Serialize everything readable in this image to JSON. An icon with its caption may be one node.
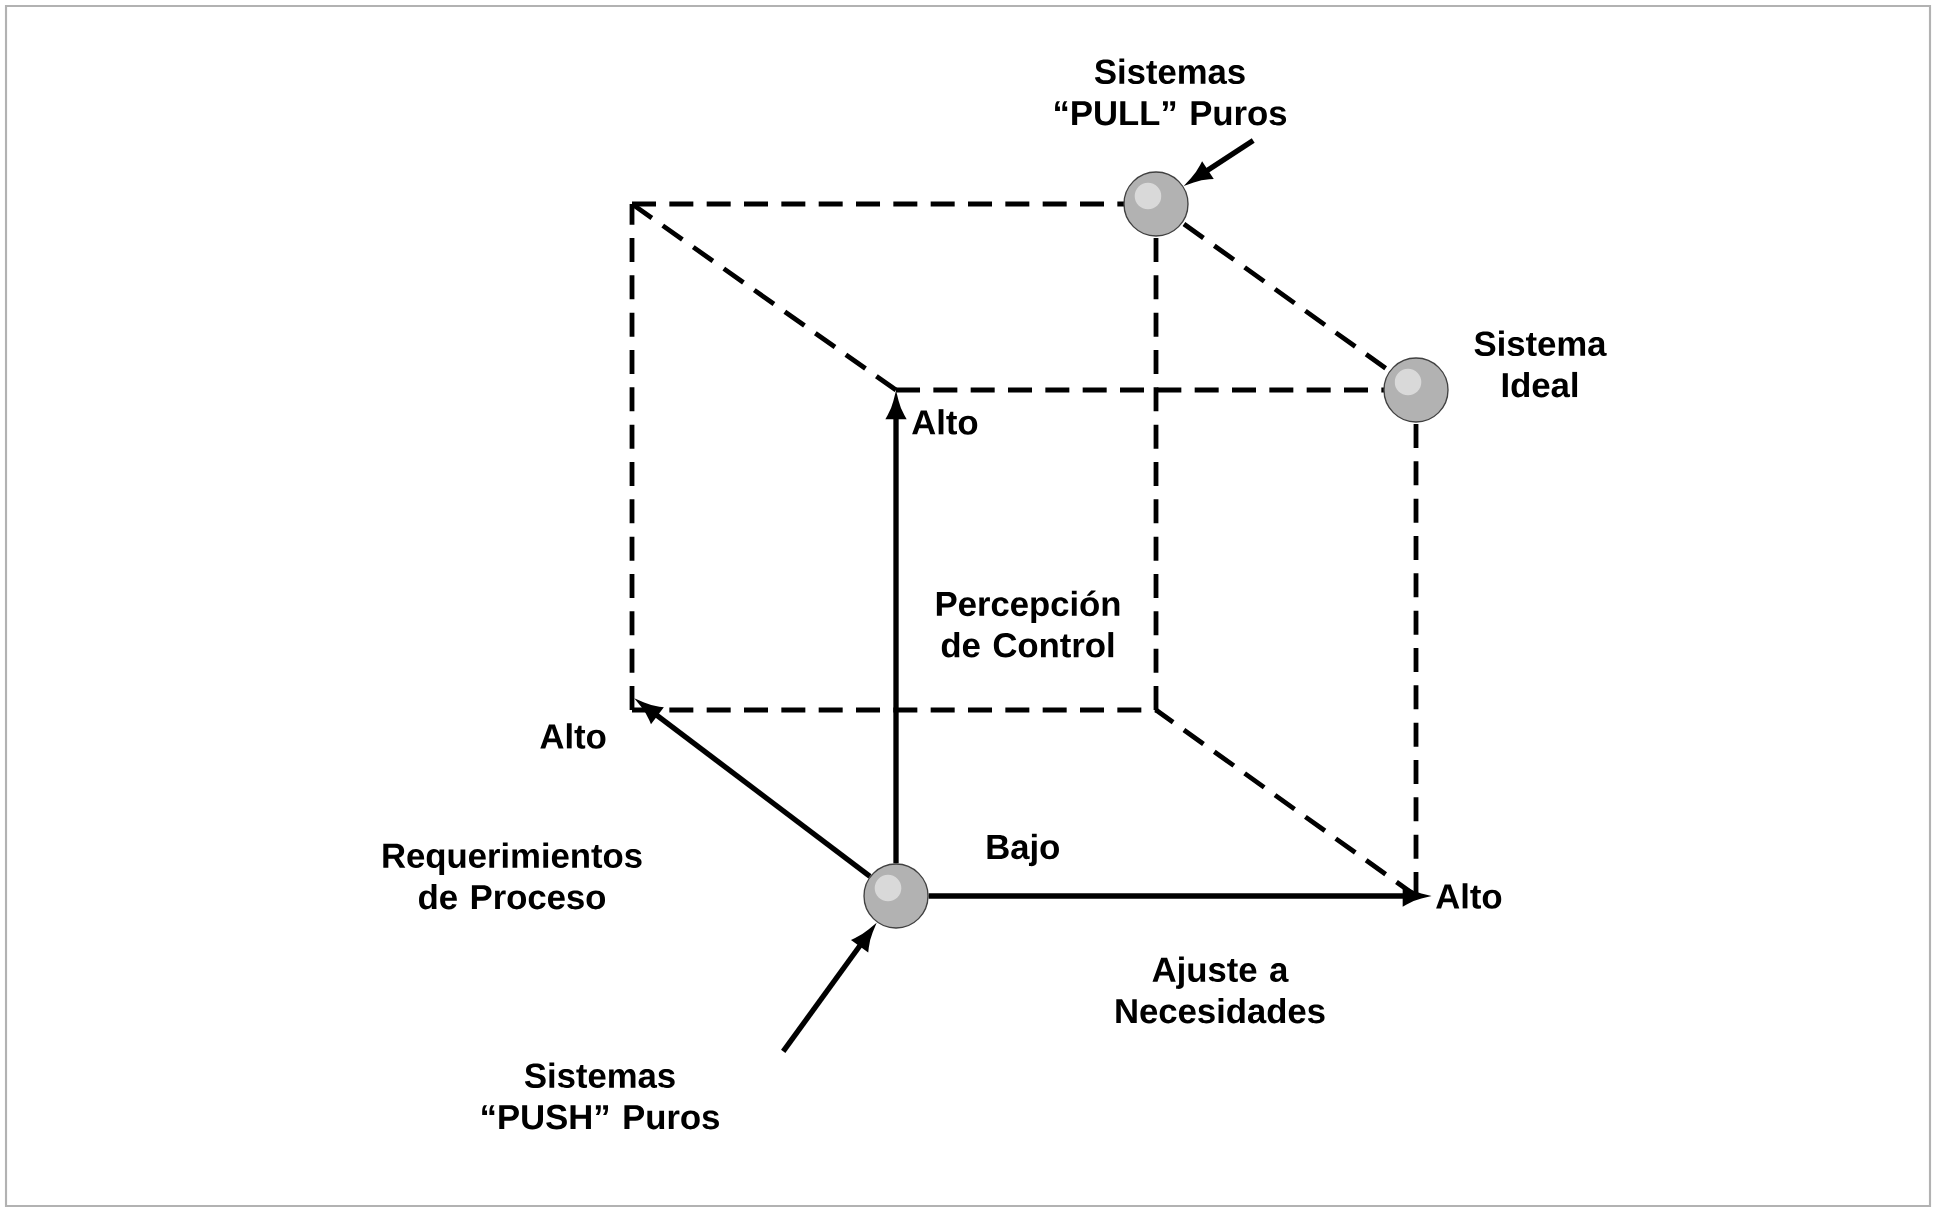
{
  "diagram": {
    "nodes": [
      {
        "text": [],
        "shape": "circle",
        "beside": [
          "Bajo"
        ]
      },
      {
        "text": [
          "Sistemas “PUSH” Puros"
        ]
      },
      {
        "text": [
          "Alto"
        ]
      },
      {
        "text": [
          "Alto"
        ]
      },
      {
        "text": [
          "Alto"
        ]
      },
      {
        "text": [],
        "shape": "circle"
      },
      {
        "text": [
          "Sistemas “PULL” Puros"
        ]
      },
      {
        "text": [],
        "shape": "circle",
        "beside": [
          "Sistema Ideal"
        ]
      }
    ],
    "edges": [
      {
        "from": 0,
        "to": 2,
        "arrow": "to"
      },
      {
        "from": 0,
        "to": 3,
        "arrow": "to"
      },
      {
        "from": 0,
        "to": 4,
        "arrow": "to"
      },
      {
        "from": 1,
        "to": 0,
        "arrow": "to"
      },
      {
        "from": 6,
        "to": 5,
        "arrow": "to"
      }
    ],
    "labels": [
      "Percepción de Control",
      "Requerimientos de Proceso",
      "Ajuste a Necesidades"
    ]
  }
}
